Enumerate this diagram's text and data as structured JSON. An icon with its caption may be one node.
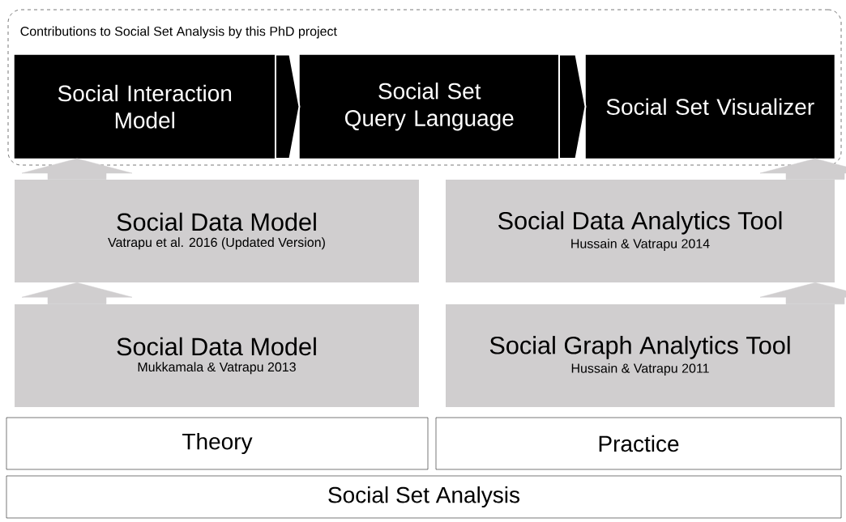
{
  "diagram": {
    "nodes": [
      {
        "text": [
          "Contributions to Social Set Analysis by this PhD project"
        ]
      },
      {
        "text": [
          "Social Interaction Model"
        ],
        "in": 0
      },
      {
        "text": [
          "Social Set Query Language"
        ],
        "in": 0
      },
      {
        "text": [
          "Social Set Visualizer"
        ],
        "in": 0
      },
      {
        "text": [
          "Social Data Model",
          "Vatrapu et al. 2016 (Updated Version)"
        ]
      },
      {
        "text": [
          "Social Data Analytics Tool",
          "Hussain & Vatrapu 2014"
        ]
      },
      {
        "text": [
          "Social Data Model",
          "Mukkamala & Vatrapu 2013"
        ]
      },
      {
        "text": [
          "Social Graph Analytics Tool",
          "Hussain & Vatrapu 2011"
        ]
      },
      {
        "text": [
          "Theory"
        ]
      },
      {
        "text": [
          "Practice"
        ]
      },
      {
        "text": [
          "Social Set Analysis"
        ]
      }
    ],
    "edges": [
      {
        "from": 1,
        "to": 2,
        "arrow": "to",
        "color": "#000000"
      },
      {
        "from": 2,
        "to": 3,
        "arrow": "to",
        "color": "#000000"
      },
      {
        "from": 6,
        "to": 4,
        "arrow": "to"
      },
      {
        "from": 4,
        "to": 1,
        "arrow": "to"
      },
      {
        "from": 7,
        "to": 5,
        "arrow": "to"
      },
      {
        "from": 5,
        "to": 3,
        "arrow": "to"
      }
    ]
  }
}
